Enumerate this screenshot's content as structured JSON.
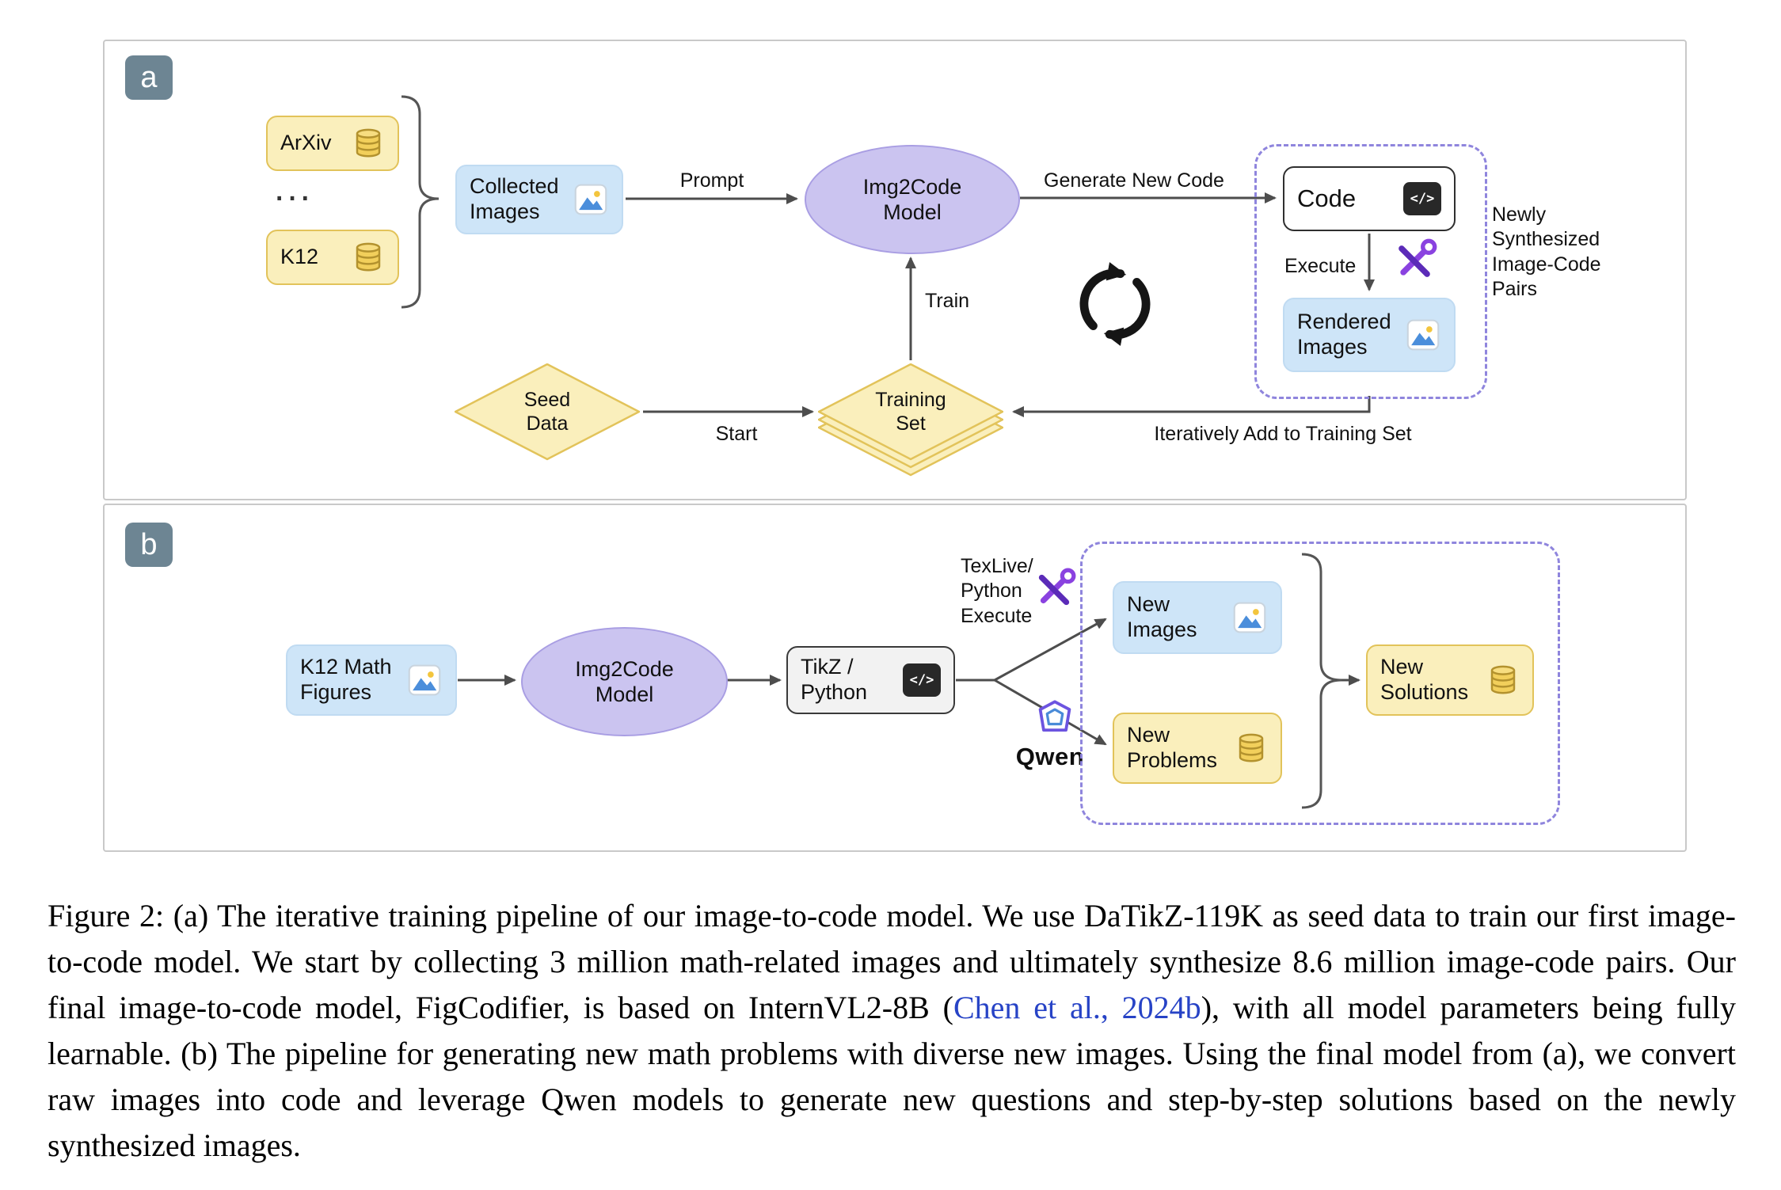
{
  "figure": {
    "panel_a": {
      "badge": "a",
      "sources": {
        "arxiv": "ArXiv",
        "ellipsis": "...",
        "k12": "K12"
      },
      "collected_images": "Collected Images",
      "model": "Img2Code Model",
      "code": "Code",
      "rendered_images": "Rendered Images",
      "seed_data": "Seed Data",
      "training_set": "Training Set",
      "labels": {
        "prompt": "Prompt",
        "generate_new_code": "Generate New Code",
        "execute": "Execute",
        "train": "Train",
        "start": "Start",
        "iterate": "Iteratively Add to Training Set",
        "pairs_note": "Newly\nSynthesized\nImage-Code\nPairs"
      }
    },
    "panel_b": {
      "badge": "b",
      "k12_math_figures": "K12 Math Figures",
      "model": "Img2Code Model",
      "tikz_python": "TikZ / Python",
      "qwen_wordmark": "Qwen",
      "new_images": "New Images",
      "new_problems": "New Problems",
      "new_solutions": "New Solutions",
      "labels": {
        "texlive_note": "TexLive/\nPython\nExecute"
      }
    }
  },
  "icons": {
    "code_glyph": "</>",
    "database_icon": "cylinder-stack",
    "image_icon": "picture-mountain-sun",
    "wrench_icon": "crossed-purple-tools",
    "cycle_icon": "circular-refresh-arrows",
    "qwen_logo": "qwen-geometric-mark",
    "brace": "curly-brace-group"
  },
  "colors": {
    "source_yellow": "#FAEFBC",
    "yellow_border": "#E2C35A",
    "blue": "#CEE5F8",
    "purple": "#CBC4F0",
    "dashed_purple": "#8F85DD",
    "badge_gray": "#6D8593",
    "arrow_gray": "#4D4D4D",
    "link_blue": "#2743C6"
  },
  "caption": {
    "pre": "Figure 2: (a) The iterative training pipeline of our image-to-code model. We use DaTikZ-119K as seed data to train our first image-to-code model. We start by collecting 3 million math-related images and ultimately synthesize 8.6 million image-code pairs. Our final image-to-code model, FigCodifier, is based on InternVL2-8B (",
    "link": "Chen et al., 2024b",
    "post": "), with all model parameters being fully learnable. (b) The pipeline for generating new math problems with diverse new images. Using the final model from (a), we convert raw images into code and leverage Qwen models to generate new questions and step-by-step solutions based on the newly synthesized images."
  }
}
